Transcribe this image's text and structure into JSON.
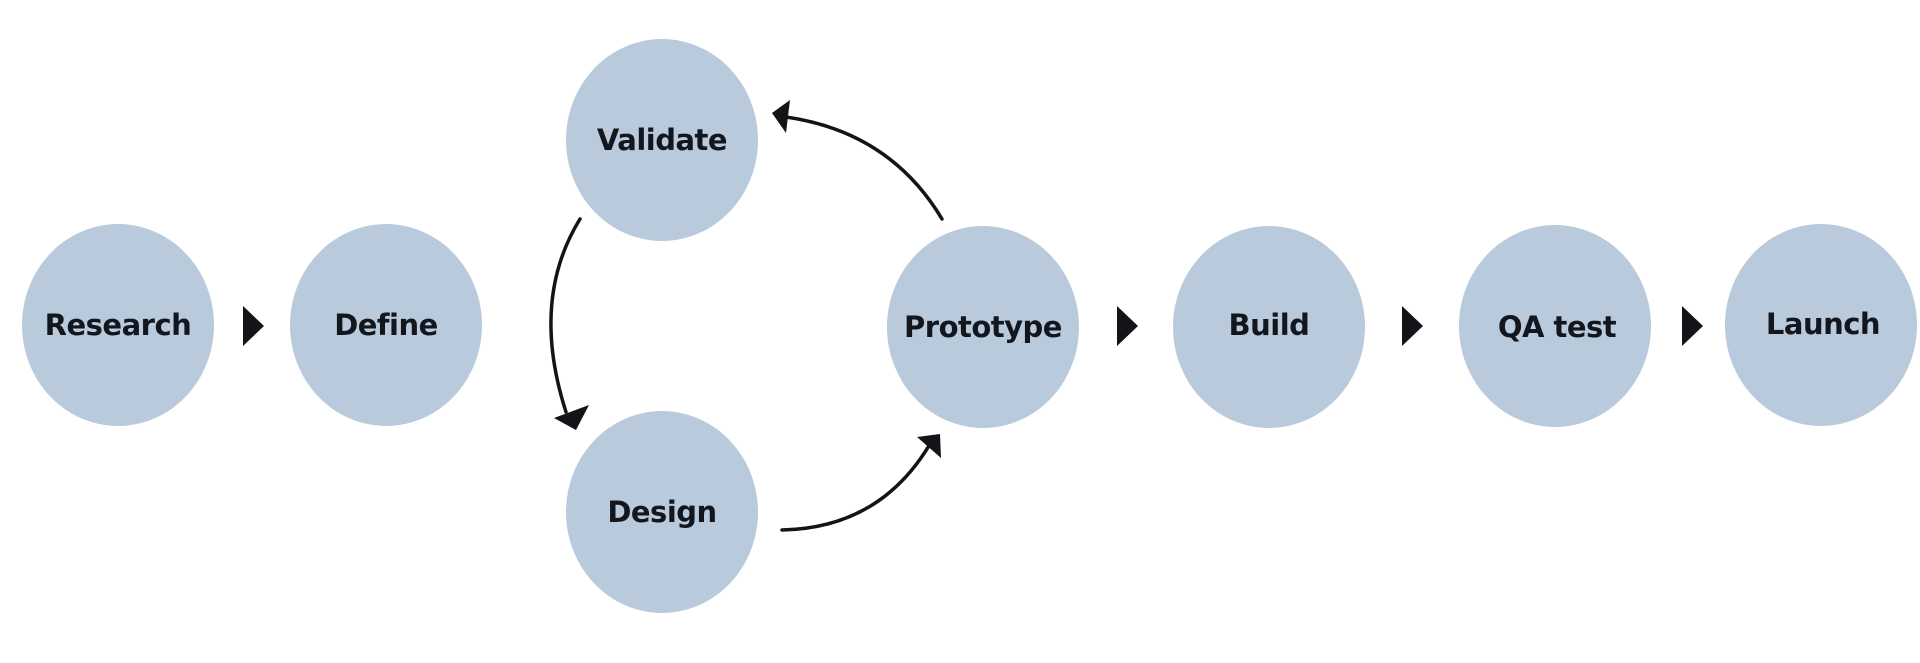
{
  "colors": {
    "node_fill": "#b8cadb",
    "arrow": "#121418",
    "label": "#14161d"
  },
  "nodes": [
    {
      "id": "research",
      "label": "Research"
    },
    {
      "id": "define",
      "label": "Define"
    },
    {
      "id": "validate",
      "label": "Validate"
    },
    {
      "id": "design",
      "label": "Design"
    },
    {
      "id": "prototype",
      "label": "Prototype"
    },
    {
      "id": "build",
      "label": "Build"
    },
    {
      "id": "qa-test",
      "label": "QA test"
    },
    {
      "id": "launch",
      "label": "Launch"
    }
  ],
  "flow_arrows": [
    {
      "from": "research",
      "to": "define"
    },
    {
      "from": "prototype",
      "to": "build"
    },
    {
      "from": "build",
      "to": "qa-test"
    },
    {
      "from": "qa-test",
      "to": "launch"
    }
  ],
  "cycle_arrows": [
    {
      "from": "validate",
      "to": "design"
    },
    {
      "from": "design",
      "to": "prototype"
    },
    {
      "from": "prototype",
      "to": "validate"
    }
  ]
}
